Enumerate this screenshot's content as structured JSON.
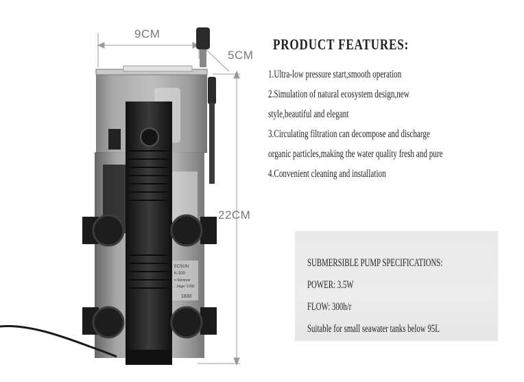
{
  "dimensions": {
    "width": "9CM",
    "depth": "5CM",
    "height": "22CM"
  },
  "product_label": {
    "brand": "ECSUN",
    "model": "K-300",
    "subtitle": "n Skimmer",
    "power_line": "...ltage: 3.5W",
    "code": "1830"
  },
  "features": {
    "title": "PRODUCT FEATURES:",
    "items": [
      "1.Ultra-low pressure start,smooth operation",
      "2.Simulation of natural ecosystem design,new",
      "style,beautiful and elegant",
      "3.Circulating filtration can decompose and discharge",
      "organic particles,making the water quality fresh and pure",
      "4.Convenient cleaning and installation"
    ]
  },
  "pump_specs": {
    "title": "SUBMERSIBLE PUMP SPECIFICATIONS:",
    "power": "POWER: 3.5W",
    "flow": "FLOW: 300h/r",
    "note": "Suitable for small seawater tanks below 95L"
  },
  "colors": {
    "background": "#ffffff",
    "text": "#222222",
    "dimension_text": "#777777",
    "spec_box": "#eaeaea",
    "body_dark": "#1e1e1e",
    "housing_clear": "#8a8a8a"
  }
}
